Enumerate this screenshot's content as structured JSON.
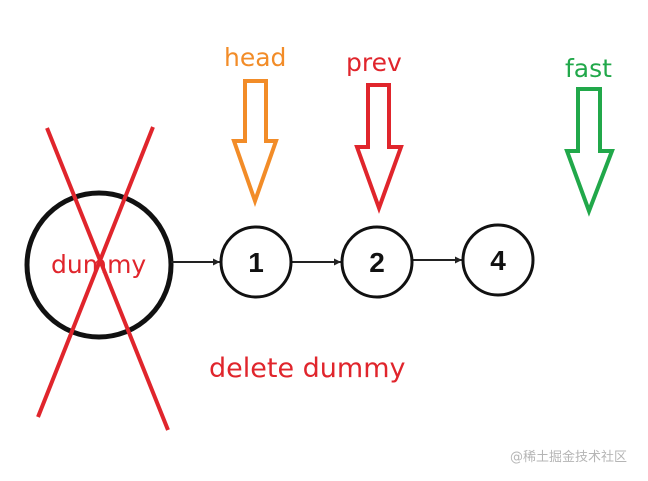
{
  "colors": {
    "node_stroke": "#111111",
    "edge": "#222222",
    "head": "#f28c28",
    "prev": "#e0252c",
    "fast": "#21a84a",
    "cross": "#e0252c",
    "dummy_text": "#e0252c",
    "caption": "#e0252c"
  },
  "dummy": {
    "label": "dummy",
    "deleted": true
  },
  "nodes": [
    {
      "value": "1"
    },
    {
      "value": "2"
    },
    {
      "value": "4"
    }
  ],
  "pointers": [
    {
      "label": "head",
      "target": "1",
      "color_key": "head"
    },
    {
      "label": "prev",
      "target": "2",
      "color_key": "prev"
    },
    {
      "label": "fast",
      "target": "after 4",
      "color_key": "fast"
    }
  ],
  "caption": "delete dummy",
  "watermark": "@稀土掘金技术社区"
}
